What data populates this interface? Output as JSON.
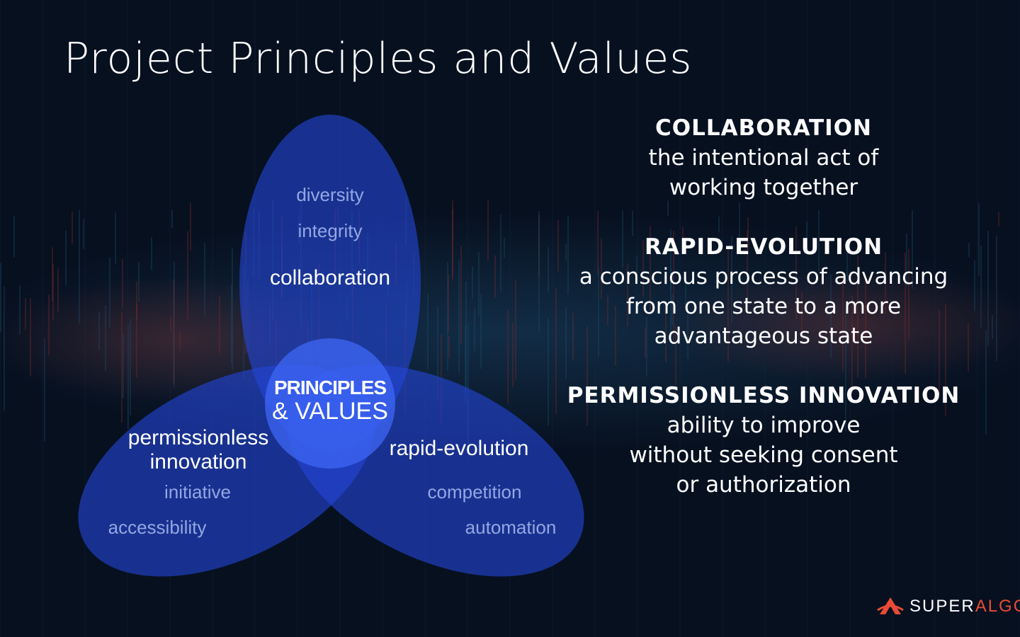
{
  "title": "Project Principles and Values",
  "venn": {
    "center": {
      "line1": "PRINCIPLES",
      "line2": "& VALUES"
    },
    "top": {
      "principle": "collaboration",
      "values": [
        "diversity",
        "integrity"
      ]
    },
    "right": {
      "principle": "rapid-evolution",
      "values": [
        "competition",
        "automation"
      ]
    },
    "left": {
      "principle_line1": "permissionless",
      "principle_line2": "innovation",
      "values": [
        "initiative",
        "accessibility"
      ]
    }
  },
  "definitions": [
    {
      "term": "COLLABORATION",
      "lines": [
        "the intentional act of",
        "working together"
      ]
    },
    {
      "term": "RAPID-EVOLUTION",
      "lines": [
        "a conscious process of advancing",
        "from one state to a more",
        "advantageous state"
      ]
    },
    {
      "term": "PERMISSIONLESS INNOVATION",
      "lines": [
        "ability to improve",
        "without seeking consent",
        "or authorization"
      ]
    }
  ],
  "logo": {
    "part1": "SUPER",
    "part2": "ALGOS"
  },
  "colors": {
    "ellipse": "#2346d6",
    "brand": "#e94b35",
    "background": "#07101f"
  }
}
